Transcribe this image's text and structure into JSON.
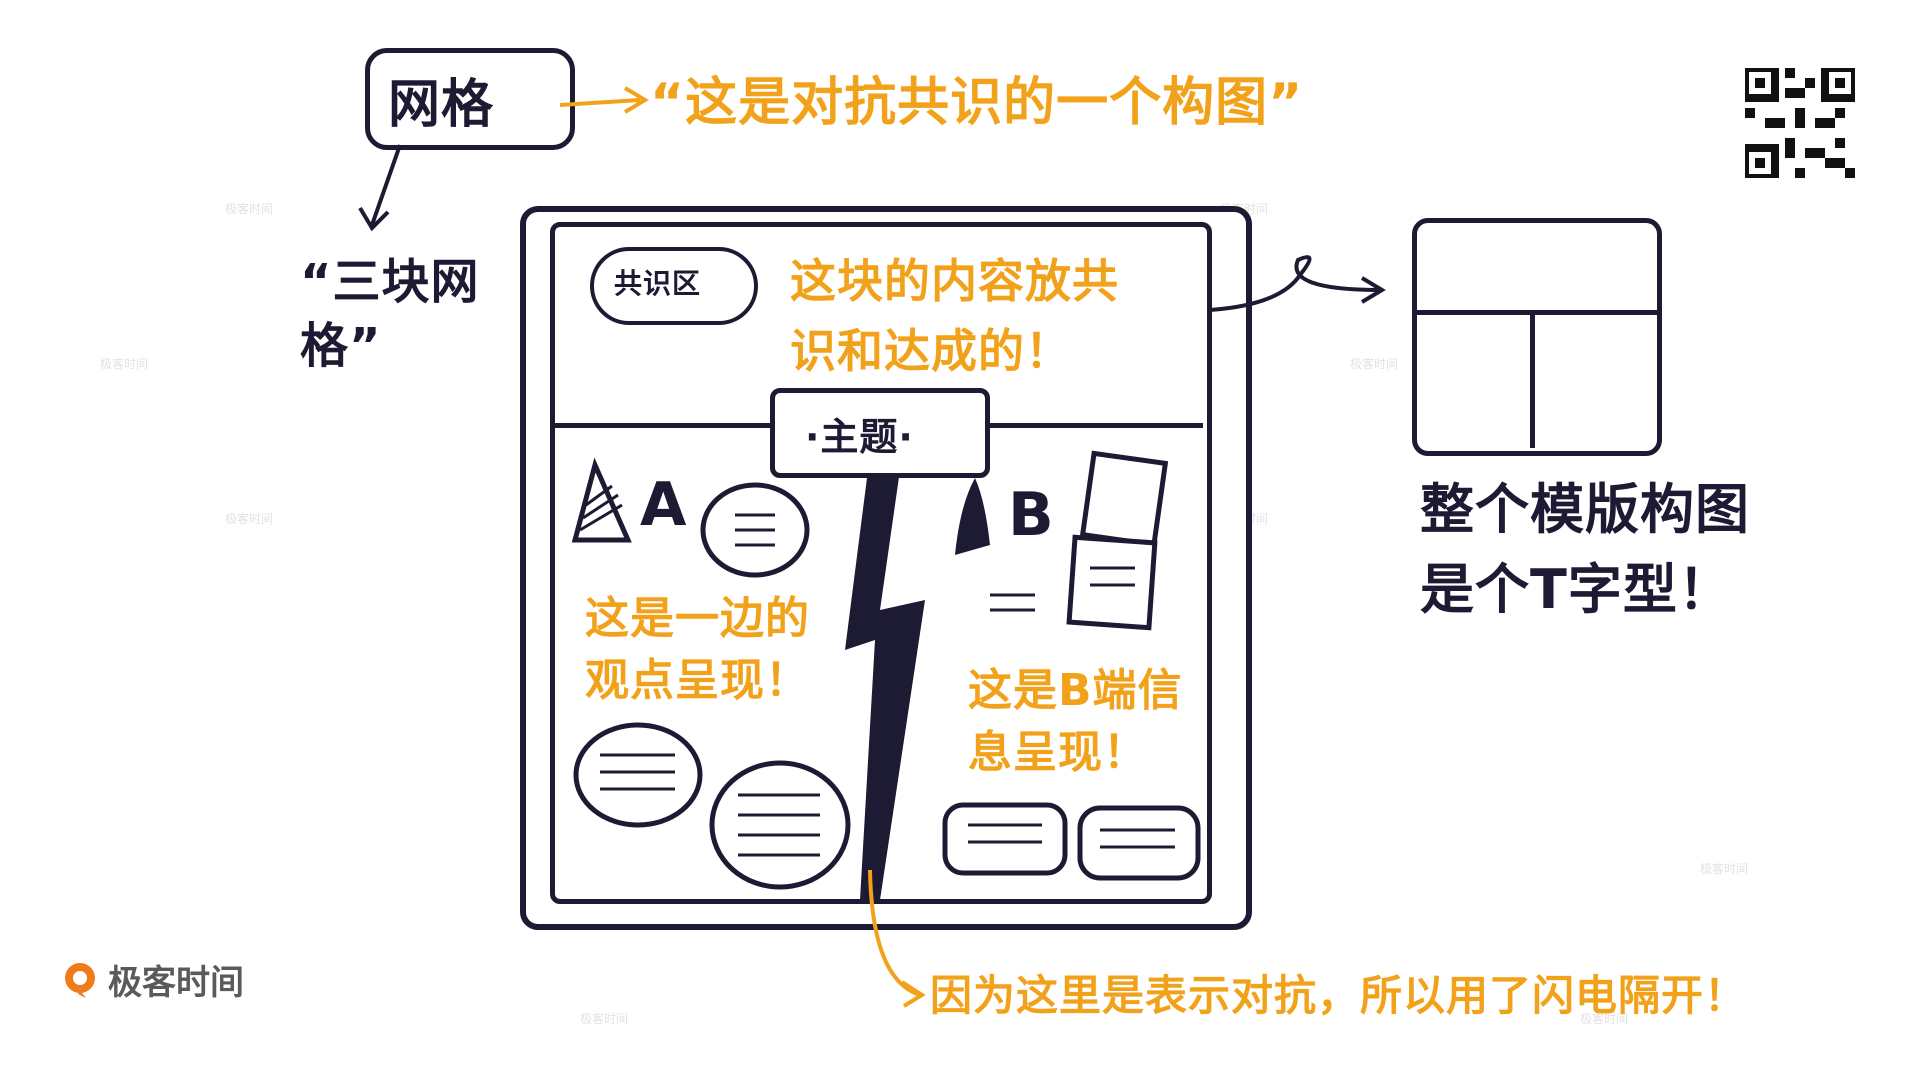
{
  "grid": {
    "label": "网格",
    "caption": "“这是对抗共识的一个构图”"
  },
  "three_block": "“三块网格”",
  "consensus": {
    "label": "共识区",
    "desc": "这块的内容放共识和达成的！"
  },
  "topic": {
    "label": "·主题·"
  },
  "side_a": {
    "tag": "A",
    "desc": "这是一边的观点呈现！"
  },
  "side_b": {
    "tag": "B",
    "desc": "这是B端信息呈现！"
  },
  "lightning_note": "因为这里是表示对抗，所以用了闪电隔开！",
  "template": {
    "desc": "整个模版构图是个T字型！"
  },
  "logo": {
    "text": "极客时间"
  },
  "watermark": "极客时间",
  "colors": {
    "ink": "#1d1b33",
    "accent": "#f2a21a",
    "shadow": "#cfe3dc"
  }
}
